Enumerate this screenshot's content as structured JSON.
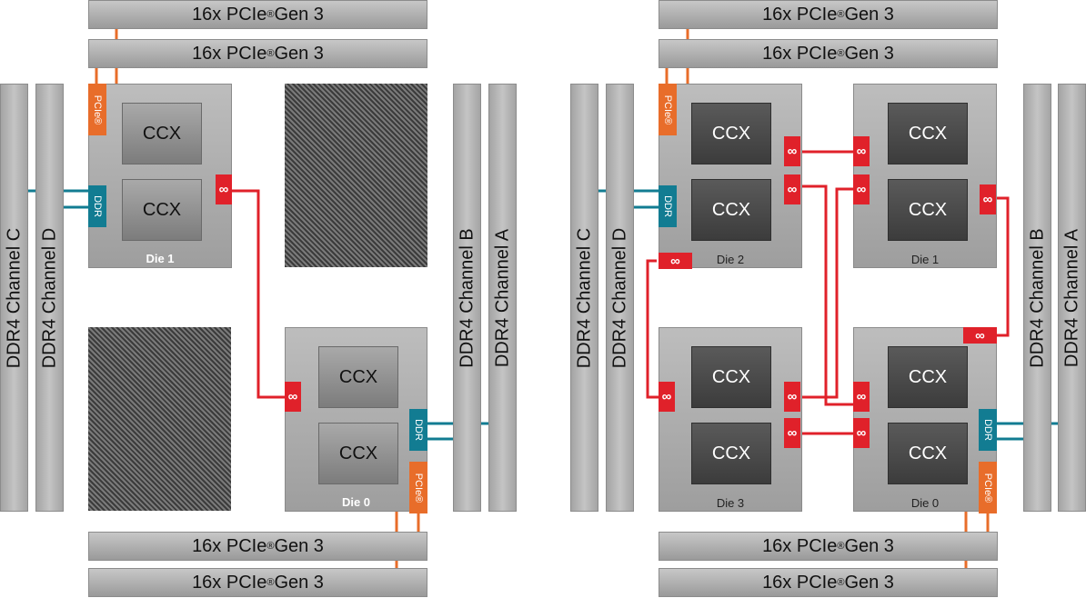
{
  "pcie_bus": {
    "label": "16x PCIe",
    "sup": "®",
    "gen": " Gen 3"
  },
  "ddr_channels": {
    "a": "DDR4 Channel A",
    "b": "DDR4 Channel B",
    "c": "DDR4 Channel C",
    "d": "DDR4 Channel D"
  },
  "block_labels": {
    "ccx": "CCX",
    "pcie": "PCIe®",
    "ddr": "DDR",
    "infinity": "∞"
  },
  "dies": {
    "die0": "Die 0",
    "die1": "Die 1",
    "die2": "Die 2",
    "die3": "Die 3"
  },
  "colors": {
    "pcie": "#e86d2a",
    "ddr": "#127c92",
    "infinity_fabric": "#e0212a"
  }
}
